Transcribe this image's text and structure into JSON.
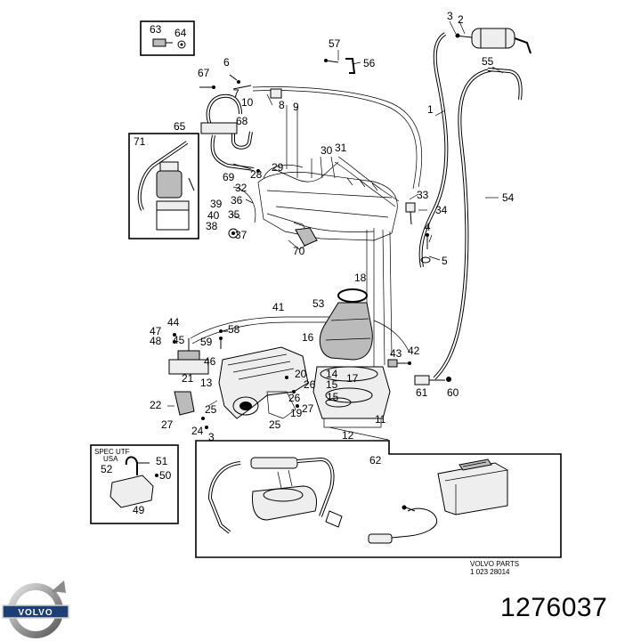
{
  "callouts": {
    "c1": "1",
    "c2": "2",
    "c3": "3",
    "c4": "4",
    "c5": "5",
    "c6": "6",
    "c7": "7",
    "c8": "8",
    "c9": "9",
    "c10": "10",
    "c11": "11",
    "c12": "12",
    "c13": "13",
    "c14": "14",
    "c15": "15",
    "c15b": "15",
    "c16": "16",
    "c17": "17",
    "c18": "18",
    "c19": "19",
    "c20": "20",
    "c21": "21",
    "c22": "22",
    "c24": "24",
    "c25a": "25",
    "c25b": "25",
    "c26": "26",
    "c26b": "26",
    "c27": "27",
    "c27b": "27",
    "c28": "28",
    "c29": "29",
    "c30": "30",
    "c31": "31",
    "c32": "32",
    "c33": "33",
    "c34": "34",
    "c35": "35",
    "c36": "36",
    "c37": "37",
    "c38": "38",
    "c39": "39",
    "c40": "40",
    "c41": "41",
    "c42": "42",
    "c43": "43",
    "c44": "44",
    "c45": "45",
    "c46": "46",
    "c47": "47",
    "c48": "48",
    "c49": "49",
    "c50": "50",
    "c51": "51",
    "c52": "52",
    "c53": "53",
    "c54": "54",
    "c55": "55",
    "c56": "56",
    "c57": "57",
    "c58": "58",
    "c59": "59",
    "c60": "60",
    "c61": "61",
    "c62": "62",
    "c63": "63",
    "c64": "64",
    "c65": "65",
    "c67": "67",
    "c68": "68",
    "c69": "69",
    "c70": "70",
    "c71": "71",
    "c3b": "3"
  },
  "spec_label_line1": "SPEC UTF",
  "spec_label_line2": "USA",
  "stamp_line1": "VOLVO  PARTS",
  "stamp_line2": "1  023    28014",
  "logo_text": "VOLVO",
  "part_number": "1276037"
}
